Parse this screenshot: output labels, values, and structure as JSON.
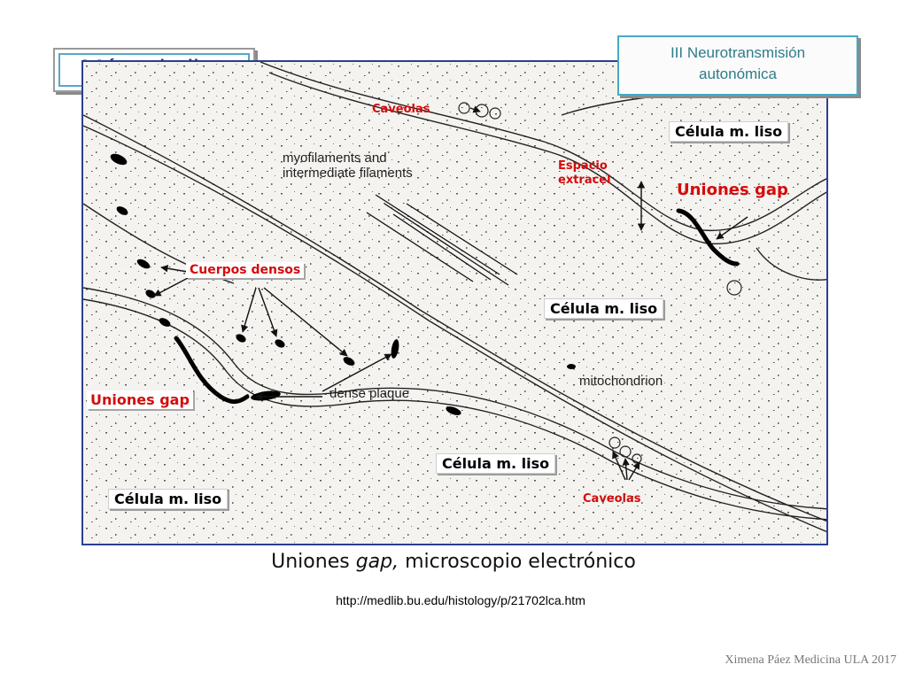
{
  "title": "Músculo liso",
  "topic": {
    "line1": "III Neurotransmisión",
    "line2": "autonómica"
  },
  "diagram": {
    "micro_labels": {
      "myofilaments_line1": "myofilaments and",
      "myofilaments_line2": "intermediate filaments",
      "dense_plaque": "dense plaque",
      "mitochondrion": "mitochondrion"
    },
    "annotations": {
      "caveolas_top": "Caveolas",
      "caveolas_bottom": "Caveolas",
      "espacio_line1": "Espacio",
      "espacio_line2": "extracel",
      "uniones_gap_right": "Uniones gap",
      "uniones_gap_left": "Uniones gap",
      "cuerpos_densos": "Cuerpos densos",
      "celula_1": "Célula m. liso",
      "celula_2": "Célula m. liso",
      "celula_3": "Célula m. liso",
      "celula_4": "Célula m. liso"
    }
  },
  "caption": {
    "part1": "Uniones ",
    "part2": "gap,",
    "part3": " microscopio electrónico"
  },
  "url": "http://medlib.bu.edu/histology/p/21702lca.htm",
  "credit": "Ximena Páez Medicina ULA 2017",
  "colors": {
    "title": "#1d2f8a",
    "label_red": "#d40c0c",
    "topic": "#2e7d8a"
  }
}
